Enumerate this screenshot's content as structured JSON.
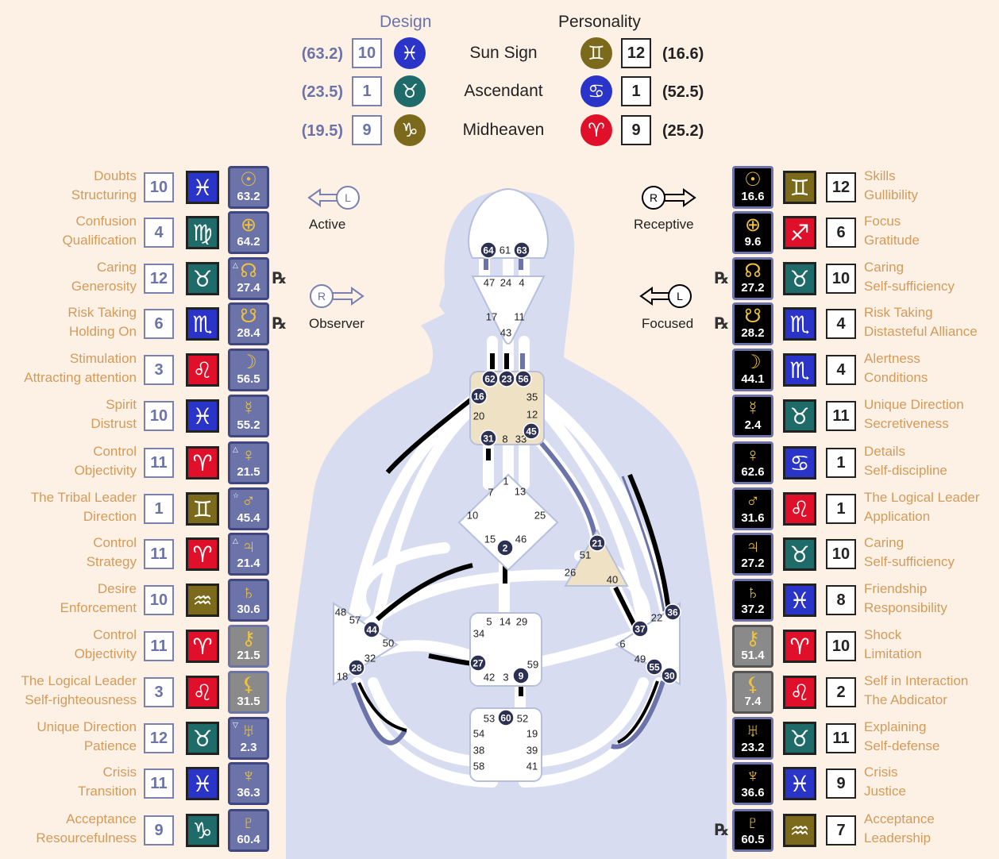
{
  "header": {
    "design_title": "Design",
    "personality_title": "Personality",
    "rows": [
      {
        "label": "Sun Sign",
        "design_paren": "(63.2)",
        "design_line": "10",
        "design_sign": "pisces-icon",
        "design_sign_glyph": "♓",
        "design_sign_color": "#2a34c8",
        "pers_sign": "gemini-icon",
        "pers_sign_glyph": "♊",
        "pers_sign_color": "#7b6a1b",
        "pers_line": "12",
        "pers_paren": "(16.6)"
      },
      {
        "label": "Ascendant",
        "design_paren": "(23.5)",
        "design_line": "1",
        "design_sign": "taurus-icon",
        "design_sign_glyph": "♉",
        "design_sign_color": "#1f6b6a",
        "pers_sign": "cancer-icon",
        "pers_sign_glyph": "♋",
        "pers_sign_color": "#2a34c8",
        "pers_line": "1",
        "pers_paren": "(52.5)"
      },
      {
        "label": "Midheaven",
        "design_paren": "(19.5)",
        "design_line": "9",
        "design_sign": "capricorn-icon",
        "design_sign_glyph": "♑",
        "design_sign_color": "#7b6a1b",
        "pers_sign": "aries-icon",
        "pers_sign_glyph": "♈",
        "pers_sign_color": "#e0102a",
        "pers_line": "9",
        "pers_paren": "(25.2)"
      }
    ]
  },
  "variables": {
    "active": "Active",
    "observer": "Observer",
    "receptive": "Receptive",
    "focused": "Focused",
    "active_letter": "L",
    "observer_letter": "R",
    "receptive_letter": "R",
    "focused_letter": "L"
  },
  "colors": {
    "design": "#6b73a8",
    "personality": "#000000",
    "label": "#d49a5a",
    "background": "#fdf1e6",
    "body": "#d8dcf0"
  },
  "design_rows": [
    {
      "line1": "Doubts",
      "line2": "Structuring",
      "number": "10",
      "sign": "pisces-icon",
      "sign_glyph": "♓",
      "sign_color": "#2a34c8",
      "planet": "sun-icon",
      "glyph": "☉",
      "degree": "63.2",
      "mark": "",
      "rx": ""
    },
    {
      "line1": "Confusion",
      "line2": "Qualification",
      "number": "4",
      "sign": "virgo-icon",
      "sign_glyph": "♍",
      "sign_color": "#1f6b6a",
      "planet": "earth-icon",
      "glyph": "⊕",
      "degree": "64.2",
      "mark": "",
      "rx": ""
    },
    {
      "line1": "Caring",
      "line2": "Generosity",
      "number": "12",
      "sign": "taurus-icon",
      "sign_glyph": "♉",
      "sign_color": "#1f6b6a",
      "planet": "north-node-icon",
      "glyph": "☊",
      "degree": "27.4",
      "mark": "△",
      "rx": "℞"
    },
    {
      "line1": "Risk Taking",
      "line2": "Holding On",
      "number": "6",
      "sign": "scorpio-icon",
      "sign_glyph": "♏",
      "sign_color": "#2a34c8",
      "planet": "south-node-icon",
      "glyph": "☋",
      "degree": "28.4",
      "mark": "",
      "rx": "℞"
    },
    {
      "line1": "Stimulation",
      "line2": "Attracting attention",
      "number": "3",
      "sign": "leo-icon",
      "sign_glyph": "♌",
      "sign_color": "#e0102a",
      "planet": "moon-icon",
      "glyph": "☽",
      "degree": "56.5",
      "mark": "",
      "rx": ""
    },
    {
      "line1": "Spirit",
      "line2": "Distrust",
      "number": "10",
      "sign": "pisces-icon",
      "sign_glyph": "♓",
      "sign_color": "#2a34c8",
      "planet": "mercury-icon",
      "glyph": "☿",
      "degree": "55.2",
      "mark": "",
      "rx": ""
    },
    {
      "line1": "Control",
      "line2": "Objectivity",
      "number": "11",
      "sign": "aries-icon",
      "sign_glyph": "♈",
      "sign_color": "#e0102a",
      "planet": "venus-icon",
      "glyph": "♀",
      "degree": "21.5",
      "mark": "△",
      "rx": ""
    },
    {
      "line1": "The Tribal Leader",
      "line2": "Direction",
      "number": "1",
      "sign": "gemini-icon",
      "sign_glyph": "♊",
      "sign_color": "#7b6a1b",
      "planet": "mars-icon",
      "glyph": "♂",
      "degree": "45.4",
      "mark": "☆",
      "rx": ""
    },
    {
      "line1": "Control",
      "line2": "Strategy",
      "number": "11",
      "sign": "aries-icon",
      "sign_glyph": "♈",
      "sign_color": "#e0102a",
      "planet": "jupiter-icon",
      "glyph": "♃",
      "degree": "21.4",
      "mark": "△",
      "rx": ""
    },
    {
      "line1": "Desire",
      "line2": "Enforcement",
      "number": "10",
      "sign": "aquarius-icon",
      "sign_glyph": "♒",
      "sign_color": "#7b6a1b",
      "planet": "saturn-icon",
      "glyph": "♄",
      "degree": "30.6",
      "mark": "",
      "rx": ""
    },
    {
      "line1": "Control",
      "line2": "Objectivity",
      "number": "11",
      "sign": "aries-icon",
      "sign_glyph": "♈",
      "sign_color": "#e0102a",
      "planet": "chiron-icon",
      "glyph": "⚷",
      "degree": "21.5",
      "mark": "",
      "rx": "",
      "grey": true
    },
    {
      "line1": "The Logical Leader",
      "line2": "Self-righteousness",
      "number": "3",
      "sign": "leo-icon",
      "sign_glyph": "♌",
      "sign_color": "#e0102a",
      "planet": "lilith-icon",
      "glyph": "⚸",
      "degree": "31.5",
      "mark": "",
      "rx": "",
      "grey": true
    },
    {
      "line1": "Unique Direction",
      "line2": "Patience",
      "number": "12",
      "sign": "taurus-icon",
      "sign_glyph": "♉",
      "sign_color": "#1f6b6a",
      "planet": "uranus-icon",
      "glyph": "♅",
      "degree": "2.3",
      "mark": "▽",
      "rx": ""
    },
    {
      "line1": "Crisis",
      "line2": "Transition",
      "number": "11",
      "sign": "pisces-icon",
      "sign_glyph": "♓",
      "sign_color": "#2a34c8",
      "planet": "neptune-icon",
      "glyph": "♆",
      "degree": "36.3",
      "mark": "",
      "rx": ""
    },
    {
      "line1": "Acceptance",
      "line2": "Resourcefulness",
      "number": "9",
      "sign": "capricorn-icon",
      "sign_glyph": "♑",
      "sign_color": "#1f6b6a",
      "planet": "pluto-icon",
      "glyph": "♇",
      "degree": "60.4",
      "mark": "",
      "rx": ""
    }
  ],
  "personality_rows": [
    {
      "line1": "Skills",
      "line2": "Gullibility",
      "number": "12",
      "sign": "gemini-icon",
      "sign_glyph": "♊",
      "sign_color": "#7b6a1b",
      "planet": "sun-icon",
      "glyph": "☉",
      "degree": "16.6",
      "rx": ""
    },
    {
      "line1": "Focus",
      "line2": "Gratitude",
      "number": "6",
      "sign": "sagittarius-icon",
      "sign_glyph": "♐",
      "sign_color": "#e0102a",
      "planet": "earth-icon",
      "glyph": "⊕",
      "degree": "9.6",
      "rx": ""
    },
    {
      "line1": "Caring",
      "line2": "Self-sufficiency",
      "number": "10",
      "sign": "taurus-icon",
      "sign_glyph": "♉",
      "sign_color": "#1f6b6a",
      "planet": "north-node-icon",
      "glyph": "☊",
      "degree": "27.2",
      "rx": "℞"
    },
    {
      "line1": "Risk Taking",
      "line2": "Distasteful Alliance",
      "number": "4",
      "sign": "scorpio-icon",
      "sign_glyph": "♏",
      "sign_color": "#2a34c8",
      "planet": "south-node-icon",
      "glyph": "☋",
      "degree": "28.2",
      "rx": "℞"
    },
    {
      "line1": "Alertness",
      "line2": "Conditions",
      "number": "4",
      "sign": "scorpio-icon",
      "sign_glyph": "♏",
      "sign_color": "#2a34c8",
      "planet": "moon-icon",
      "glyph": "☽",
      "degree": "44.1",
      "rx": ""
    },
    {
      "line1": "Unique Direction",
      "line2": "Secretiveness",
      "number": "11",
      "sign": "taurus-icon",
      "sign_glyph": "♉",
      "sign_color": "#1f6b6a",
      "planet": "mercury-icon",
      "glyph": "☿",
      "degree": "2.4",
      "rx": ""
    },
    {
      "line1": "Details",
      "line2": "Self-discipline",
      "number": "1",
      "sign": "cancer-icon",
      "sign_glyph": "♋",
      "sign_color": "#2a34c8",
      "planet": "venus-icon",
      "glyph": "♀",
      "degree": "62.6",
      "rx": ""
    },
    {
      "line1": "The Logical Leader",
      "line2": "Application",
      "number": "1",
      "sign": "leo-icon",
      "sign_glyph": "♌",
      "sign_color": "#e0102a",
      "planet": "mars-icon",
      "glyph": "♂",
      "degree": "31.6",
      "rx": ""
    },
    {
      "line1": "Caring",
      "line2": "Self-sufficiency",
      "number": "10",
      "sign": "taurus-icon",
      "sign_glyph": "♉",
      "sign_color": "#1f6b6a",
      "planet": "jupiter-icon",
      "glyph": "♃",
      "degree": "27.2",
      "rx": ""
    },
    {
      "line1": "Friendship",
      "line2": "Responsibility",
      "number": "8",
      "sign": "pisces-icon",
      "sign_glyph": "♓",
      "sign_color": "#2a34c8",
      "planet": "saturn-icon",
      "glyph": "♄",
      "degree": "37.2",
      "rx": ""
    },
    {
      "line1": "Shock",
      "line2": "Limitation",
      "number": "10",
      "sign": "aries-icon",
      "sign_glyph": "♈",
      "sign_color": "#e0102a",
      "planet": "chiron-icon",
      "glyph": "⚷",
      "degree": "51.4",
      "rx": "",
      "grey": true
    },
    {
      "line1": "Self in Interaction",
      "line2": "The Abdicator",
      "number": "2",
      "sign": "leo-icon",
      "sign_glyph": "♌",
      "sign_color": "#e0102a",
      "planet": "lilith-icon",
      "glyph": "⚸",
      "degree": "7.4",
      "rx": "",
      "grey": true
    },
    {
      "line1": "Explaining",
      "line2": "Self-defense",
      "number": "11",
      "sign": "taurus-icon",
      "sign_glyph": "♉",
      "sign_color": "#1f6b6a",
      "planet": "uranus-icon",
      "glyph": "♅",
      "degree": "23.2",
      "rx": ""
    },
    {
      "line1": "Crisis",
      "line2": "Justice",
      "number": "9",
      "sign": "pisces-icon",
      "sign_glyph": "♓",
      "sign_color": "#2a34c8",
      "planet": "neptune-icon",
      "glyph": "♆",
      "degree": "36.6",
      "rx": ""
    },
    {
      "line1": "Acceptance",
      "line2": "Leadership",
      "number": "7",
      "sign": "aquarius-icon",
      "sign_glyph": "♒",
      "sign_color": "#7b6a1b",
      "planet": "pluto-icon",
      "glyph": "♇",
      "degree": "60.5",
      "rx": "℞"
    }
  ],
  "bodygraph": {
    "head_gates": [
      "64",
      "61",
      "63"
    ],
    "ajna_gates": [
      "47",
      "24",
      "4",
      "17",
      "11",
      "43"
    ],
    "throat_gates": [
      "62",
      "23",
      "56",
      "16",
      "35",
      "20",
      "12",
      "31",
      "8",
      "33",
      "45"
    ],
    "g_gates": [
      "1",
      "7",
      "13",
      "10",
      "25",
      "15",
      "2",
      "46"
    ],
    "ego_gates": [
      "51",
      "21",
      "26",
      "40"
    ],
    "sacral_gates": [
      "5",
      "14",
      "29",
      "34",
      "27",
      "59",
      "42",
      "3",
      "9"
    ],
    "spleen_gates": [
      "48",
      "57",
      "44",
      "50",
      "32",
      "28",
      "18"
    ],
    "solar_gates": [
      "22",
      "36",
      "37",
      "6",
      "49",
      "55",
      "30"
    ],
    "root_gates": [
      "53",
      "60",
      "52",
      "54",
      "19",
      "38",
      "39",
      "58",
      "41"
    ],
    "active_gates": [
      "64",
      "63",
      "62",
      "23",
      "56",
      "16",
      "31",
      "45",
      "2",
      "21",
      "27",
      "9",
      "44",
      "28",
      "37",
      "36",
      "55",
      "30",
      "60"
    ]
  }
}
